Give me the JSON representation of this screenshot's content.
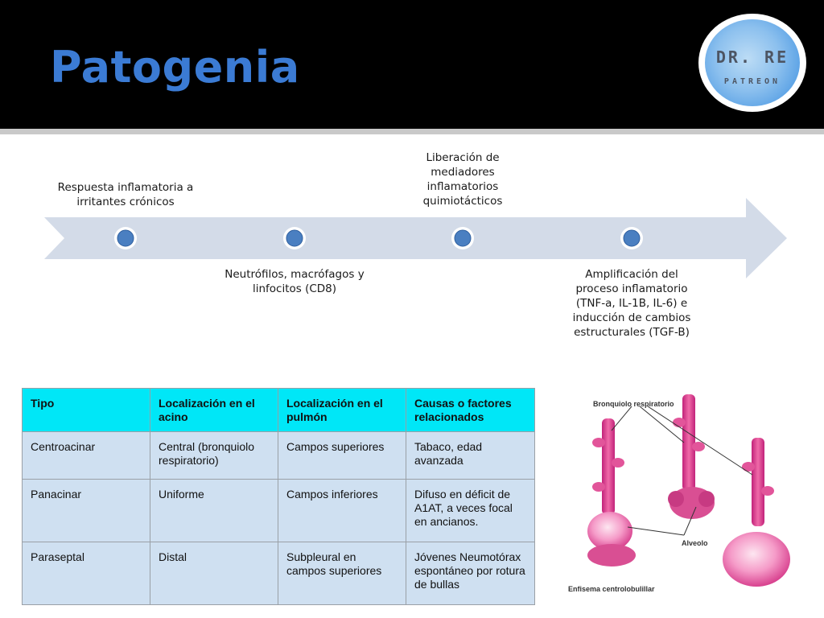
{
  "slide": {
    "title": "Patogenia",
    "logo": {
      "line1": "DR. RE",
      "line2": "PATREON"
    }
  },
  "timeline": {
    "steps": [
      {
        "label": "Respuesta inflamatoria a irritantes crónicos"
      },
      {
        "label": "Neutrófilos, macrófagos y linfocitos (CD8)"
      },
      {
        "label": "Liberación de mediadores inflamatorios quimiotácticos"
      },
      {
        "label": "Amplificación del proceso inflamatorio (TNF-a, IL-1B, IL-6) e inducción de cambios estructurales (TGF-B)"
      }
    ]
  },
  "table": {
    "headers": [
      "Tipo",
      "Localización en el acino",
      "Localización en el pulmón",
      "Causas o factores relacionados"
    ],
    "rows": [
      [
        "Centroacinar",
        "Central (bronquiolo respiratorio)",
        "Campos superiores",
        "Tabaco, edad avanzada"
      ],
      [
        "Panacinar",
        "Uniforme",
        "Campos inferiores",
        "Difuso en déficit de A1AT, a veces focal en ancianos."
      ],
      [
        "Paraseptal",
        "Distal",
        "Subpleural en campos superiores",
        "Jóvenes Neumotórax espontáneo por rotura de bullas"
      ]
    ]
  },
  "illustration": {
    "label_bronquiolo": "Bronquiolo respiratorio",
    "label_alveolo": "Alveolo",
    "caption": "Enfisema centrolobulillar"
  },
  "colors": {
    "header_bg": "#000000",
    "title": "#3b7bd4",
    "arrow": "#d3dbe8",
    "node": "#4a7fc1",
    "table_header": "#00e7f7",
    "table_cell": "#cfe0f1"
  }
}
